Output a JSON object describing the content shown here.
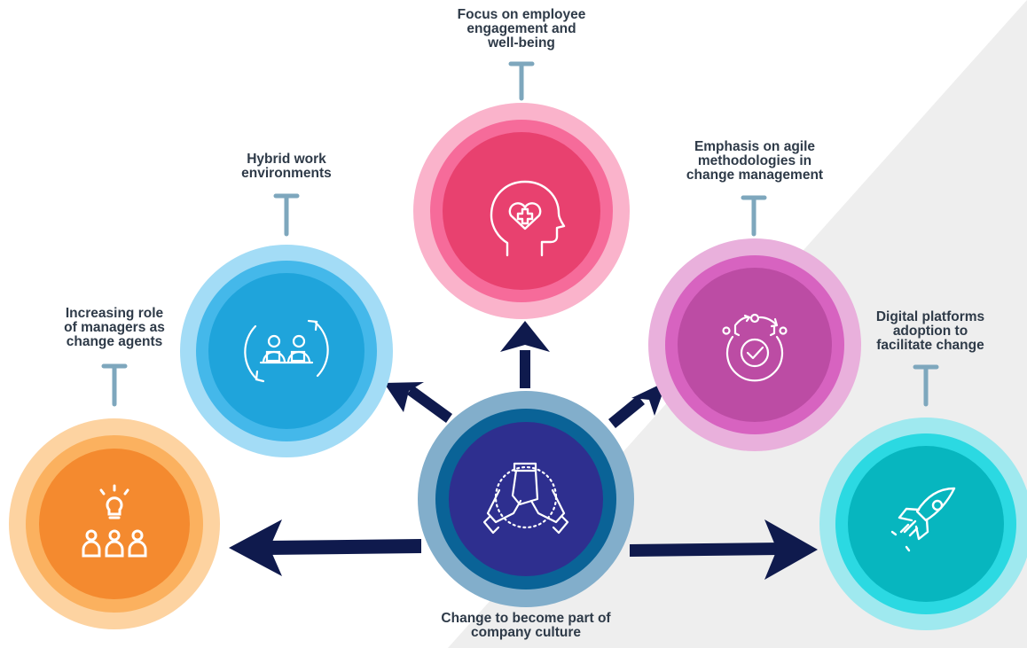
{
  "center": {
    "lines": [
      "Change to become part of",
      "company culture"
    ],
    "icon": "teamwork-hands-icon"
  },
  "nodes": [
    {
      "id": "managers",
      "lines": [
        "Increasing role",
        "of managers as",
        "change agents"
      ],
      "icon": "idea-team-icon",
      "colors": [
        "#fdd3a1",
        "#fbb15f",
        "#f48a2f"
      ]
    },
    {
      "id": "hybrid",
      "lines": [
        "Hybrid work",
        "environments"
      ],
      "icon": "hybrid-meeting-icon",
      "colors": [
        "#a3dcf6",
        "#44b8ea",
        "#1fa4db"
      ]
    },
    {
      "id": "wellbeing",
      "lines": [
        "Focus on employee",
        "engagement and",
        "well-being"
      ],
      "icon": "mental-health-icon",
      "colors": [
        "#fab3cb",
        "#f66b9a",
        "#e8416f"
      ]
    },
    {
      "id": "agile",
      "lines": [
        "Emphasis on agile",
        "methodologies in",
        "change management"
      ],
      "icon": "agile-gear-icon",
      "colors": [
        "#e9b0dc",
        "#d763c0",
        "#bc4ca4"
      ]
    },
    {
      "id": "digital",
      "lines": [
        "Digital platforms",
        "adoption to",
        "facilitate change"
      ],
      "icon": "rocket-icon",
      "colors": [
        "#9fe9ef",
        "#2bd9e2",
        "#07b6bf"
      ]
    }
  ],
  "colors": {
    "arrow": "#0f1a4d",
    "stem": "#7ea7bd",
    "center_outer": "#82aecb",
    "center_mid": "#0a6397",
    "center_inner": "#2e2f8f",
    "background_shape": "#eeeeee",
    "label_text": "#2e3a48"
  }
}
